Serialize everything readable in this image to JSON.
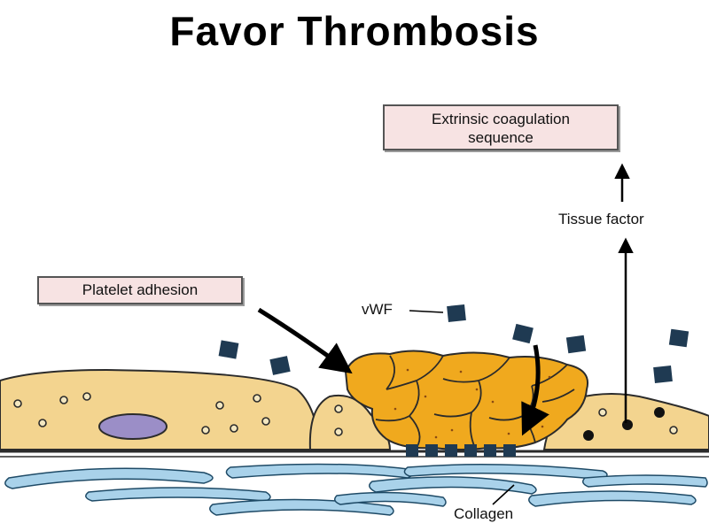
{
  "title": "Favor Thrombosis",
  "labels": {
    "extrinsic": "Extrinsic coagulation sequence",
    "extrinsic_line1": "Extrinsic coagulation",
    "extrinsic_line2": "sequence",
    "tissue_factor": "Tissue factor",
    "platelet_adhesion": "Platelet adhesion",
    "vwf": "vWF",
    "collagen": "Collagen"
  },
  "colors": {
    "endothelium": "#f3d48f",
    "platelet": "#f0a91e",
    "vwf": "#1f3a52",
    "collagen": "#a9d2ea",
    "nucleus": "#9b8ec7",
    "box_fill": "#f7e3e3"
  }
}
